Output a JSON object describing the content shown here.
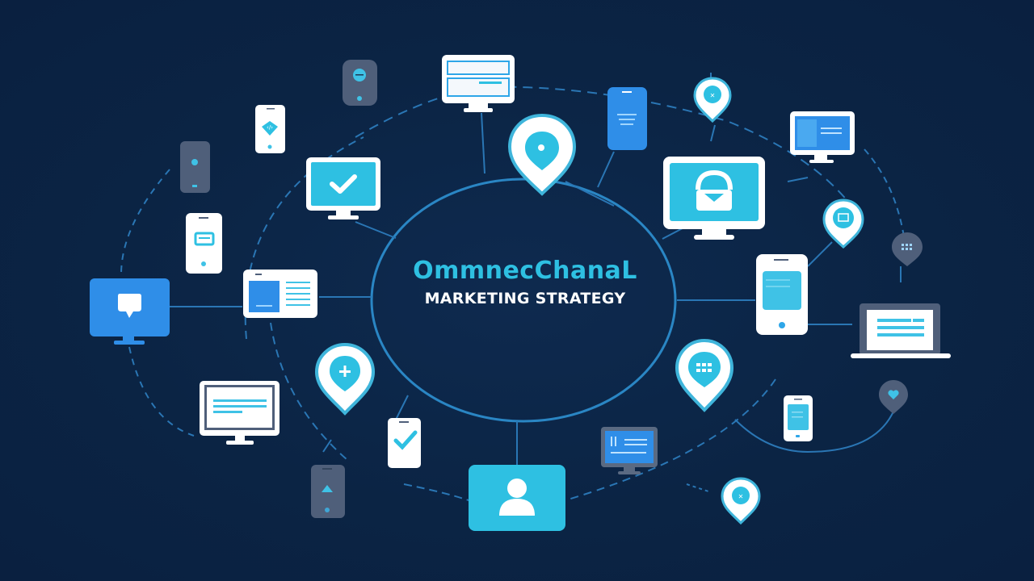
{
  "title": {
    "main": "OmmnecChanaL",
    "sub": "MARKETING STRATEGY"
  },
  "colors": {
    "background": "#0b2342",
    "accent_cyan": "#2ec0e2",
    "accent_blue": "#2f8ee8",
    "line": "#2a76b4",
    "device_white": "#ffffff",
    "device_gray": "#4f5f7a"
  },
  "nodes": [
    {
      "id": "desktop-top",
      "type": "monitor",
      "icon": "browser-window-icon"
    },
    {
      "id": "pin-center-top",
      "type": "location-pin",
      "icon": "location-dot-icon"
    },
    {
      "id": "phone-blue-top",
      "type": "phone",
      "icon": "text-lines-icon"
    },
    {
      "id": "pin-top-right",
      "type": "location-pin",
      "icon": "small-glyph-icon"
    },
    {
      "id": "monitor-top-right",
      "type": "monitor",
      "icon": "web-page-icon"
    },
    {
      "id": "monitor-lock",
      "type": "monitor",
      "icon": "shopping-bag-icon"
    },
    {
      "id": "pin-right",
      "type": "location-pin",
      "icon": "store-icon"
    },
    {
      "id": "pin-gray-right",
      "type": "location-pin",
      "icon": "grid-dots-icon"
    },
    {
      "id": "tablet-right",
      "type": "tablet",
      "icon": "card-icon"
    },
    {
      "id": "laptop-right",
      "type": "laptop",
      "icon": "text-lines-icon"
    },
    {
      "id": "pin-chat-right",
      "type": "location-pin",
      "icon": "keyboard-icon"
    },
    {
      "id": "phone-small-right",
      "type": "phone",
      "icon": "text-lines-icon"
    },
    {
      "id": "pin-heart",
      "type": "location-pin",
      "icon": "heart-icon"
    },
    {
      "id": "pin-bottom-right",
      "type": "location-pin",
      "icon": "small-glyph-icon"
    },
    {
      "id": "monitor-chart",
      "type": "monitor",
      "icon": "dashboard-icon"
    },
    {
      "id": "user-card",
      "type": "card",
      "icon": "user-icon"
    },
    {
      "id": "phone-check",
      "type": "phone",
      "icon": "checkmark-icon"
    },
    {
      "id": "phone-gray-bottom",
      "type": "phone",
      "icon": "triangle-icon"
    },
    {
      "id": "pin-plus",
      "type": "location-pin",
      "icon": "plus-icon"
    },
    {
      "id": "monitor-text",
      "type": "monitor",
      "icon": "text-lines-icon"
    },
    {
      "id": "card-left",
      "type": "card",
      "icon": "article-icon"
    },
    {
      "id": "monitor-chat",
      "type": "monitor",
      "icon": "chat-bubble-icon"
    },
    {
      "id": "phone-chat-left",
      "type": "phone",
      "icon": "chat-bubble-icon"
    },
    {
      "id": "phone-gray-left",
      "type": "phone",
      "icon": "dot-icon"
    },
    {
      "id": "phone-code",
      "type": "phone",
      "icon": "code-icon"
    },
    {
      "id": "pin-gray-top",
      "type": "location-pin",
      "icon": "small-glyph-icon"
    },
    {
      "id": "monitor-check",
      "type": "monitor",
      "icon": "checkmark-icon"
    }
  ]
}
